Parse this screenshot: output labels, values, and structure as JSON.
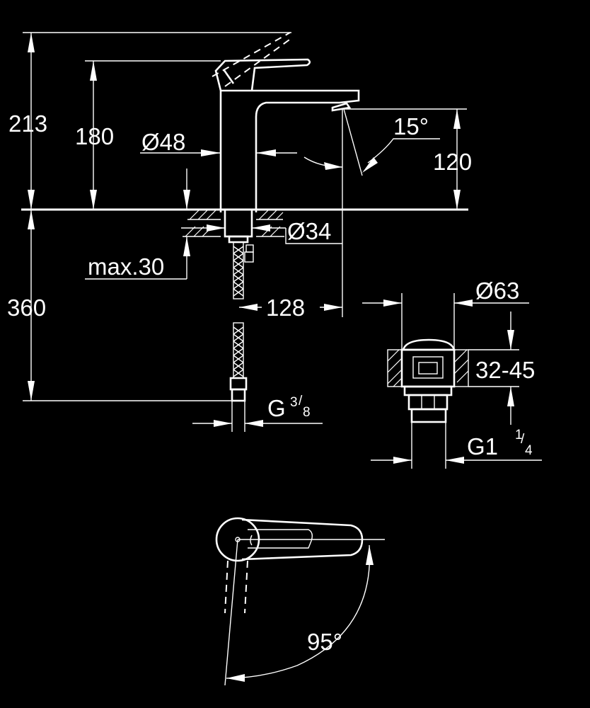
{
  "colors": {
    "background": "#000000",
    "lines": "#ffffff"
  },
  "dimensions": {
    "total_height": "213",
    "body_height": "180",
    "body_diameter": "Ø48",
    "spout_angle": "15°",
    "spout_height": "120",
    "hole_diameter": "Ø34",
    "max_counter_thickness": "max.30",
    "hose_length": "360",
    "spout_reach": "128",
    "connection_thread_main": "G",
    "connection_thread_num": "3",
    "connection_thread_den": "8",
    "waste_diameter": "Ø63",
    "waste_thickness_range": "32-45",
    "waste_thread_main": "G1",
    "waste_thread_num": "1",
    "waste_thread_den": "4",
    "handle_rotation": "95°"
  }
}
